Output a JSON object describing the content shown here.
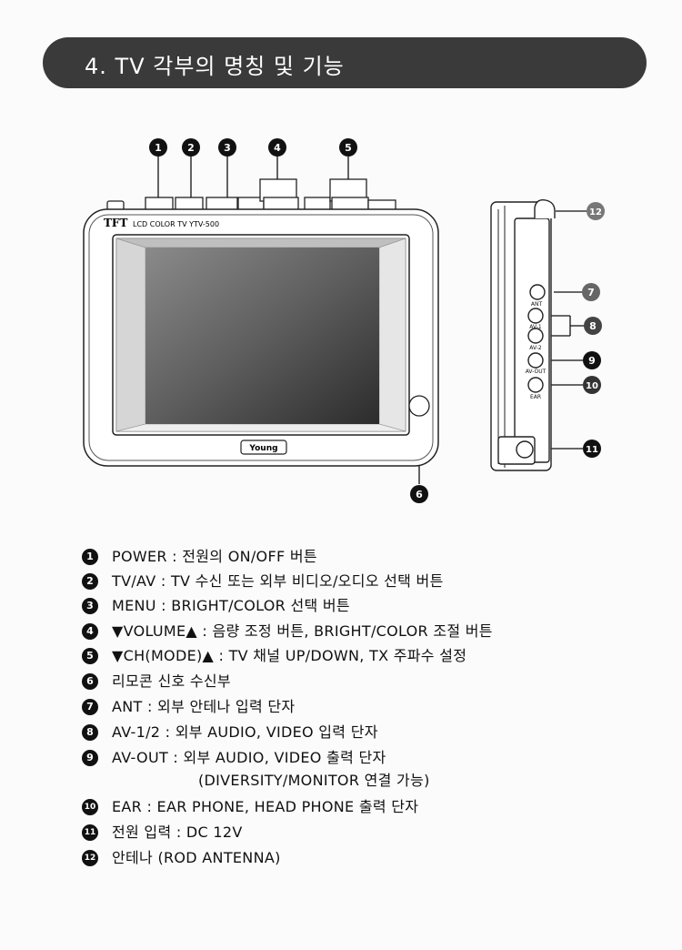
{
  "header": {
    "title": "4. TV 각부의 명칭 및 기능"
  },
  "device": {
    "brand": "TFT",
    "model_line": "LCD COLOR TV YTV-500",
    "logo": "Young",
    "side_labels": [
      "ANT",
      "AV-1",
      "AV-2",
      "AV-OUT",
      "EAR"
    ]
  },
  "callouts": [
    "1",
    "2",
    "3",
    "4",
    "5",
    "6",
    "7",
    "8",
    "9",
    "10",
    "11",
    "12"
  ],
  "legend": [
    {
      "num": "1",
      "text": "POWER : 전원의 ON/OFF 버튼"
    },
    {
      "num": "2",
      "text": "TV/AV : TV 수신 또는 외부 비디오/오디오 선택 버튼"
    },
    {
      "num": "3",
      "text": "MENU : BRIGHT/COLOR 선택 버튼"
    },
    {
      "num": "4",
      "text": "▼VOLUME▲ : 음량 조정 버튼, BRIGHT/COLOR 조절 버튼"
    },
    {
      "num": "5",
      "text": "▼CH(MODE)▲ : TV 채널 UP/DOWN, TX 주파수 설정"
    },
    {
      "num": "6",
      "text": "리모콘 신호 수신부"
    },
    {
      "num": "7",
      "text": "ANT : 외부 안테나 입력 단자"
    },
    {
      "num": "8",
      "text": "AV-1/2 : 외부 AUDIO, VIDEO 입력 단자"
    },
    {
      "num": "9",
      "text": "AV-OUT : 외부 AUDIO, VIDEO 출력 단자",
      "cont": "(DIVERSITY/MONITOR  연결 가능)"
    },
    {
      "num": "10",
      "text": "EAR : EAR PHONE, HEAD PHONE 출력 단자"
    },
    {
      "num": "11",
      "text": "전원 입력 : DC 12V"
    },
    {
      "num": "12",
      "text": "안테나 (ROD ANTENNA)"
    }
  ]
}
